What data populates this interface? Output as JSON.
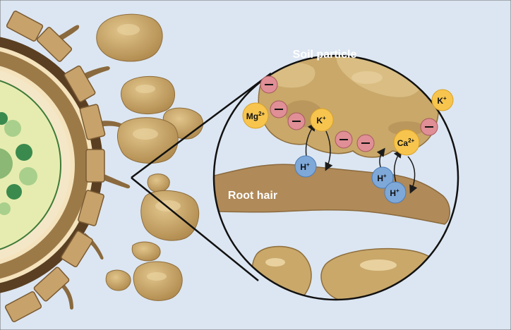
{
  "labels": {
    "soil_particle": "Soil particle",
    "root_hair": "Root hair"
  },
  "ions": {
    "mg": {
      "base": "Mg",
      "charge": "2+"
    },
    "k_left": {
      "base": "K",
      "charge": "+"
    },
    "k_right": {
      "base": "K",
      "charge": "+"
    },
    "ca": {
      "base": "Ca",
      "charge": "2+"
    },
    "h_left": {
      "base": "H",
      "charge": "+"
    },
    "h_mid": {
      "base": "H",
      "charge": "+"
    },
    "h_low": {
      "base": "H",
      "charge": "+"
    },
    "negative_symbol": "—"
  },
  "colors": {
    "background": "#dce6f2",
    "soil": "#c9a86a",
    "soil_light": "#dcc186",
    "soil_dark": "#8e6d3c",
    "root_hair": "#b08a58",
    "cation_fill": "#f7c54e",
    "negative_fill": "#df8f95",
    "proton_fill": "#7ea8d8",
    "cell_inner": "#e6ecaf",
    "vacuole": "#3a8a4e"
  }
}
